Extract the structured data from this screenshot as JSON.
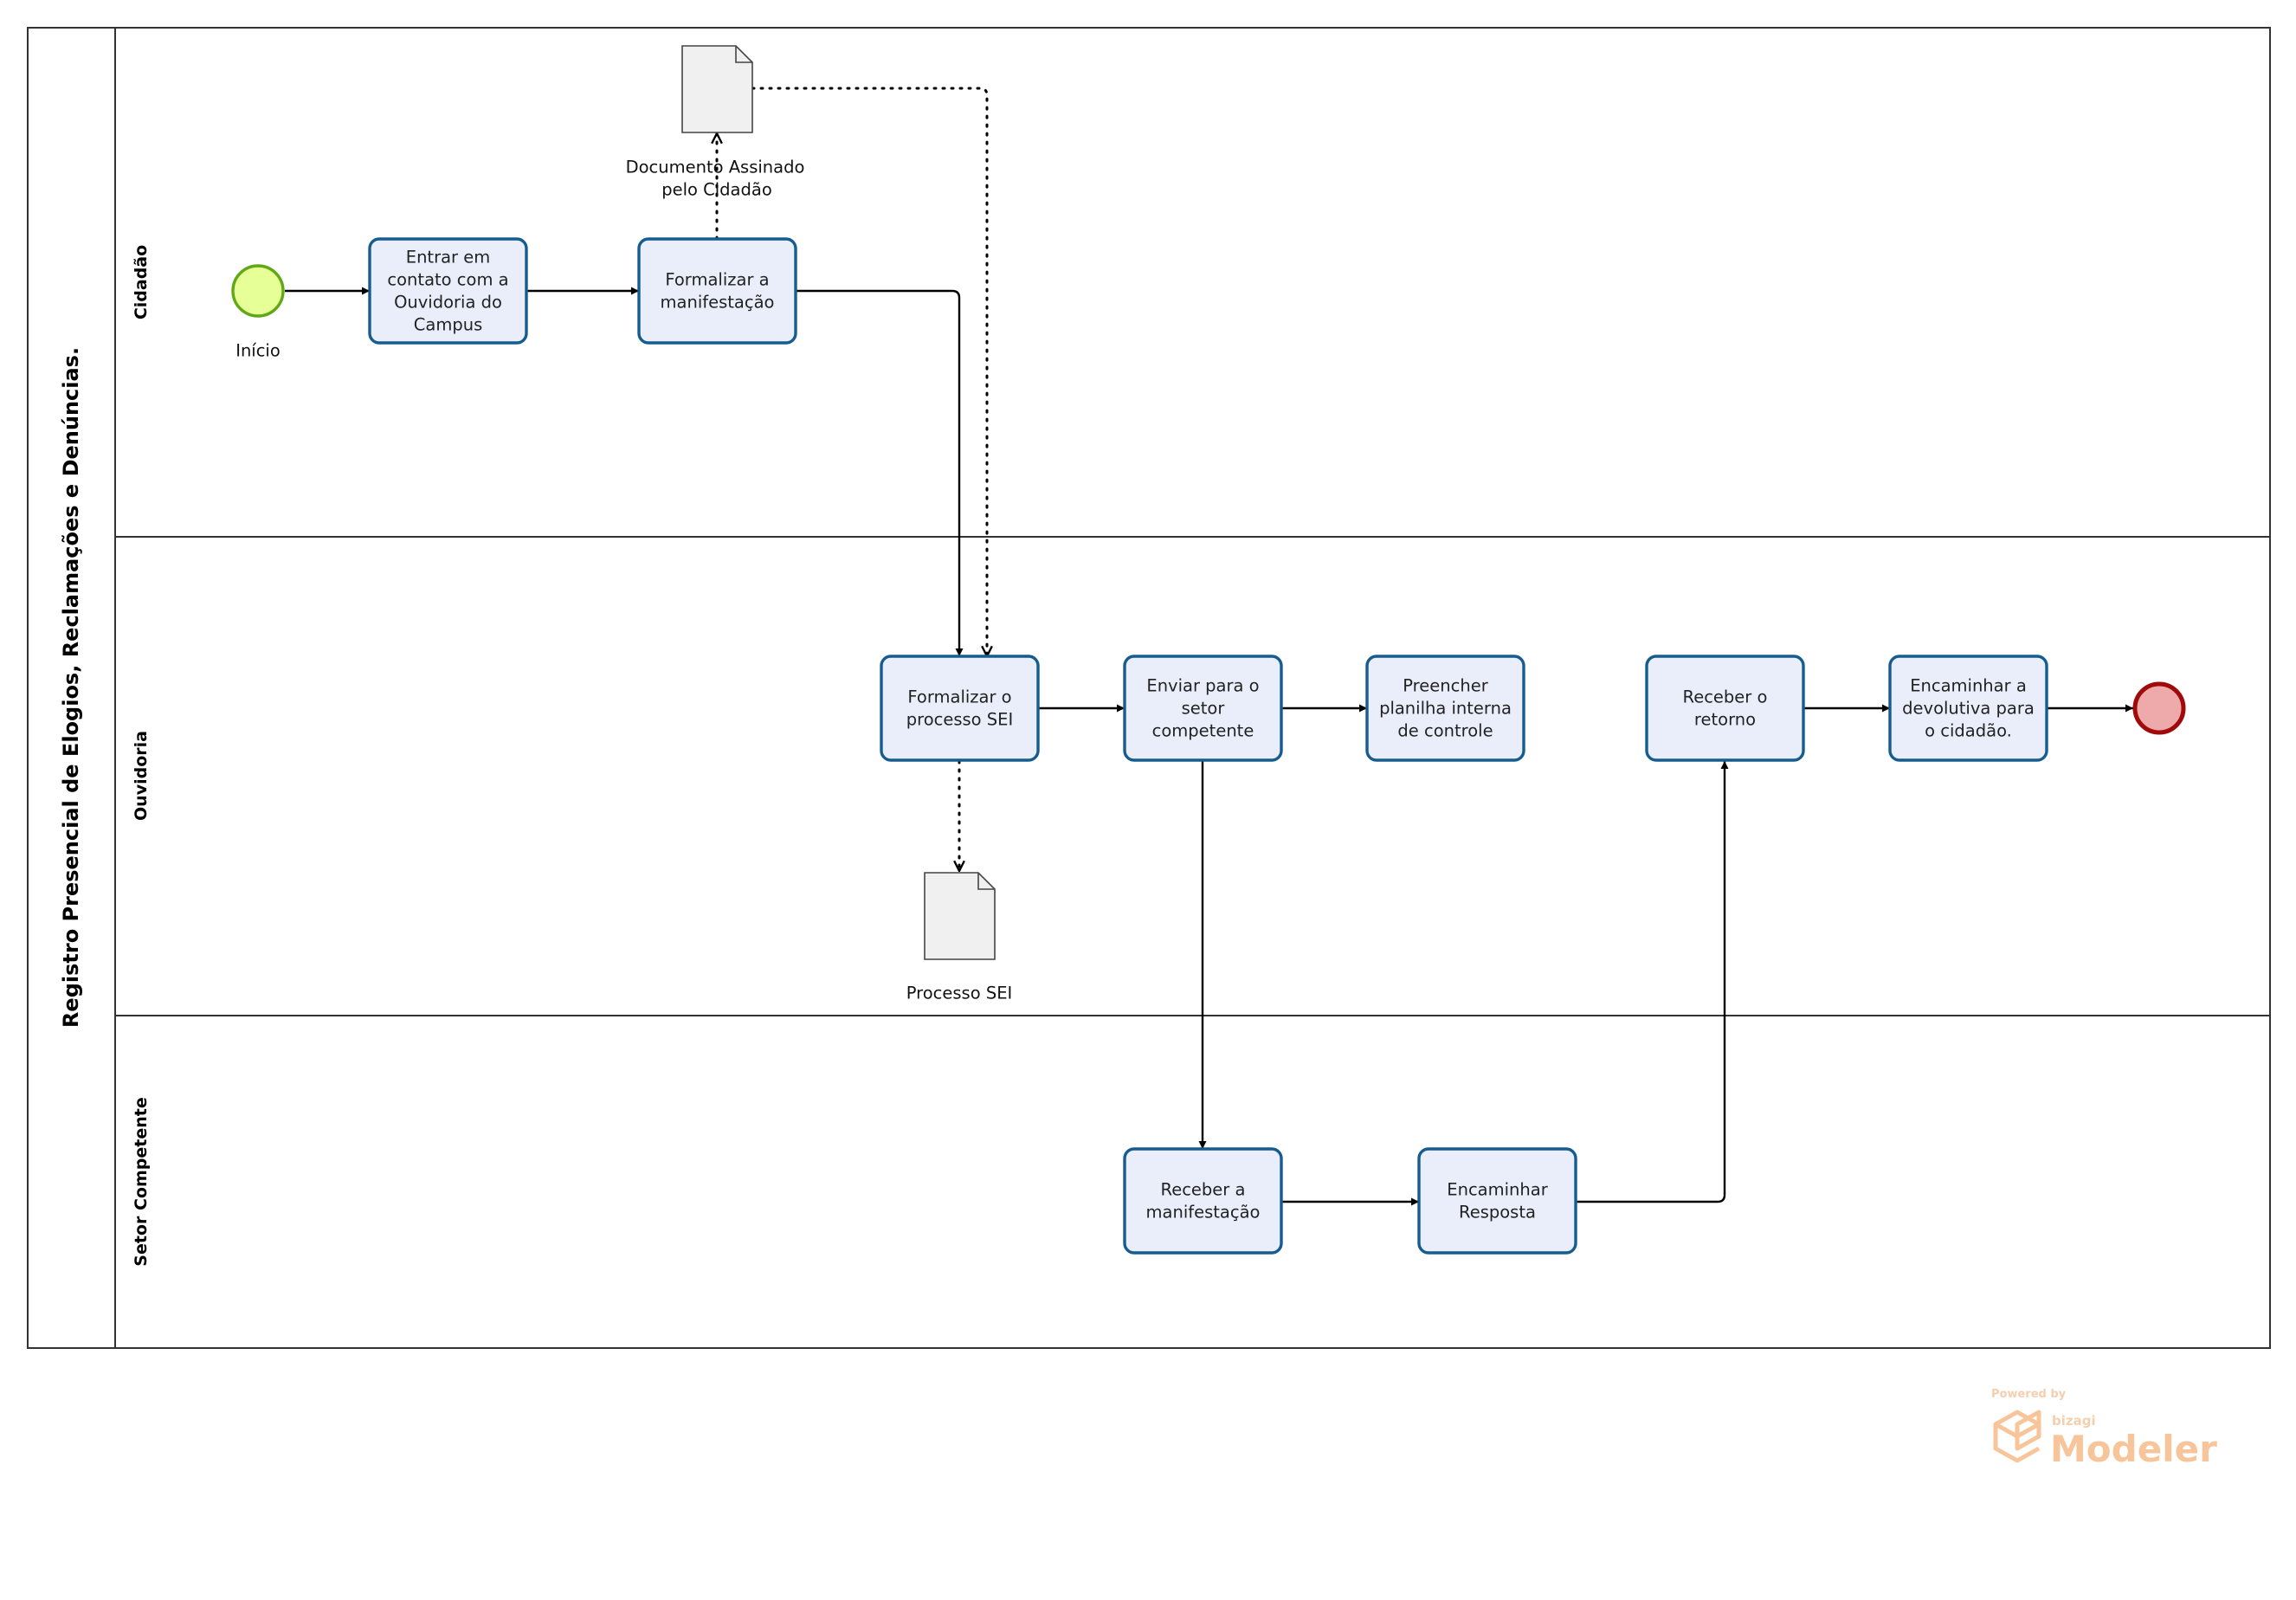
{
  "pool": {
    "title": "Registro Presencial de Elogios, Reclamações e Denúncias."
  },
  "lanes": [
    {
      "id": "cidadao",
      "label": "Cidadão"
    },
    {
      "id": "ouvidoria",
      "label": "Ouvidoria"
    },
    {
      "id": "setor",
      "label": "Setor Competente"
    }
  ],
  "events": [
    {
      "id": "start",
      "type": "start",
      "label": "Início"
    },
    {
      "id": "end",
      "type": "end",
      "label": ""
    }
  ],
  "tasks": [
    {
      "id": "t1",
      "lines": [
        "Entrar em",
        "contato com a",
        "Ouvidoria do",
        "Campus"
      ]
    },
    {
      "id": "t2",
      "lines": [
        "Formalizar a",
        "manifestação"
      ]
    },
    {
      "id": "t3",
      "lines": [
        "Formalizar o",
        "processo SEI"
      ]
    },
    {
      "id": "t4",
      "lines": [
        "Enviar para o",
        "setor",
        "competente"
      ]
    },
    {
      "id": "t5",
      "lines": [
        "Preencher",
        "planilha interna",
        "de controle"
      ]
    },
    {
      "id": "t6",
      "lines": [
        "Receber o",
        "retorno"
      ]
    },
    {
      "id": "t7",
      "lines": [
        "Encaminhar a",
        "devolutiva para",
        "o cidadão."
      ]
    },
    {
      "id": "t8",
      "lines": [
        "Receber a",
        "manifestação"
      ]
    },
    {
      "id": "t9",
      "lines": [
        "Encaminhar",
        "Resposta"
      ]
    }
  ],
  "artifacts": [
    {
      "id": "doc1",
      "lines": [
        "Documento Assinado",
        "pelo Cidadão"
      ]
    },
    {
      "id": "doc2",
      "lines": [
        "Processo SEI"
      ]
    }
  ],
  "sequence_flows": [
    {
      "from": "start",
      "to": "t1"
    },
    {
      "from": "t1",
      "to": "t2"
    },
    {
      "from": "t2",
      "to": "t3"
    },
    {
      "from": "t3",
      "to": "t4"
    },
    {
      "from": "t4",
      "to": "t5"
    },
    {
      "from": "t4",
      "to": "t8"
    },
    {
      "from": "t8",
      "to": "t9"
    },
    {
      "from": "t9",
      "to": "t6"
    },
    {
      "from": "t6",
      "to": "t7"
    },
    {
      "from": "t7",
      "to": "end"
    }
  ],
  "associations": [
    {
      "from": "t2",
      "to": "doc1"
    },
    {
      "from": "doc1",
      "to": "t3"
    },
    {
      "from": "t3",
      "to": "doc2"
    }
  ],
  "watermark": {
    "powered_by": "Powered by",
    "brand": "bizagi",
    "product": "Modeler"
  },
  "colors": {
    "task_fill": "#eaeefb",
    "task_border": "#175c8e",
    "start_fill": "#e6ff97",
    "start_stroke": "#62a716",
    "end_fill": "#eeaaaa",
    "end_stroke": "#a00a0a",
    "document_fill": "#f0f0f0",
    "watermark": "#f7bb8a"
  }
}
